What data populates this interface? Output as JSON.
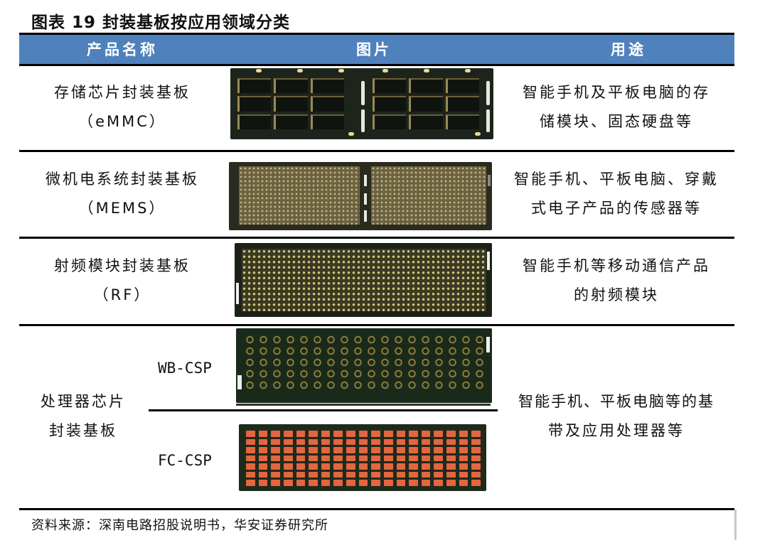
{
  "figure": {
    "title": "图表 19 封装基板按应用领域分类"
  },
  "table": {
    "header_color": "#4f81bd",
    "columns": [
      "产品名称",
      "图片",
      "用途"
    ],
    "rows": [
      {
        "name_line1": "存储芯片封装基板",
        "name_line2": "（eMMC）",
        "image": "eMMC-substrate-photo",
        "use_line1": "智能手机及平板电脑的存",
        "use_line2": "储模块、固态硬盘等"
      },
      {
        "name_line1": "微机电系统封装基板",
        "name_line2": "（MEMS）",
        "image": "MEMS-substrate-photo",
        "use_line1": "智能手机、平板电脑、穿戴",
        "use_line2": "式电子产品的传感器等"
      },
      {
        "name_line1": "射频模块封装基板",
        "name_line2": "（RF）",
        "image": "RF-substrate-photo",
        "use_line1": "智能手机等移动通信产品",
        "use_line2": "的射频模块"
      },
      {
        "name_line1": "处理器芯片",
        "name_line2": "封装基板",
        "sub_types": [
          "WB-CSP",
          "FC-CSP"
        ],
        "images": [
          "WB-CSP-substrate-photo",
          "FC-CSP-substrate-photo"
        ],
        "use_line1": "智能手机、平板电脑等的基",
        "use_line2": "带及应用处理器等"
      }
    ]
  },
  "footer": {
    "source": "资料来源：深南电路招股说明书，华安证券研究所"
  }
}
